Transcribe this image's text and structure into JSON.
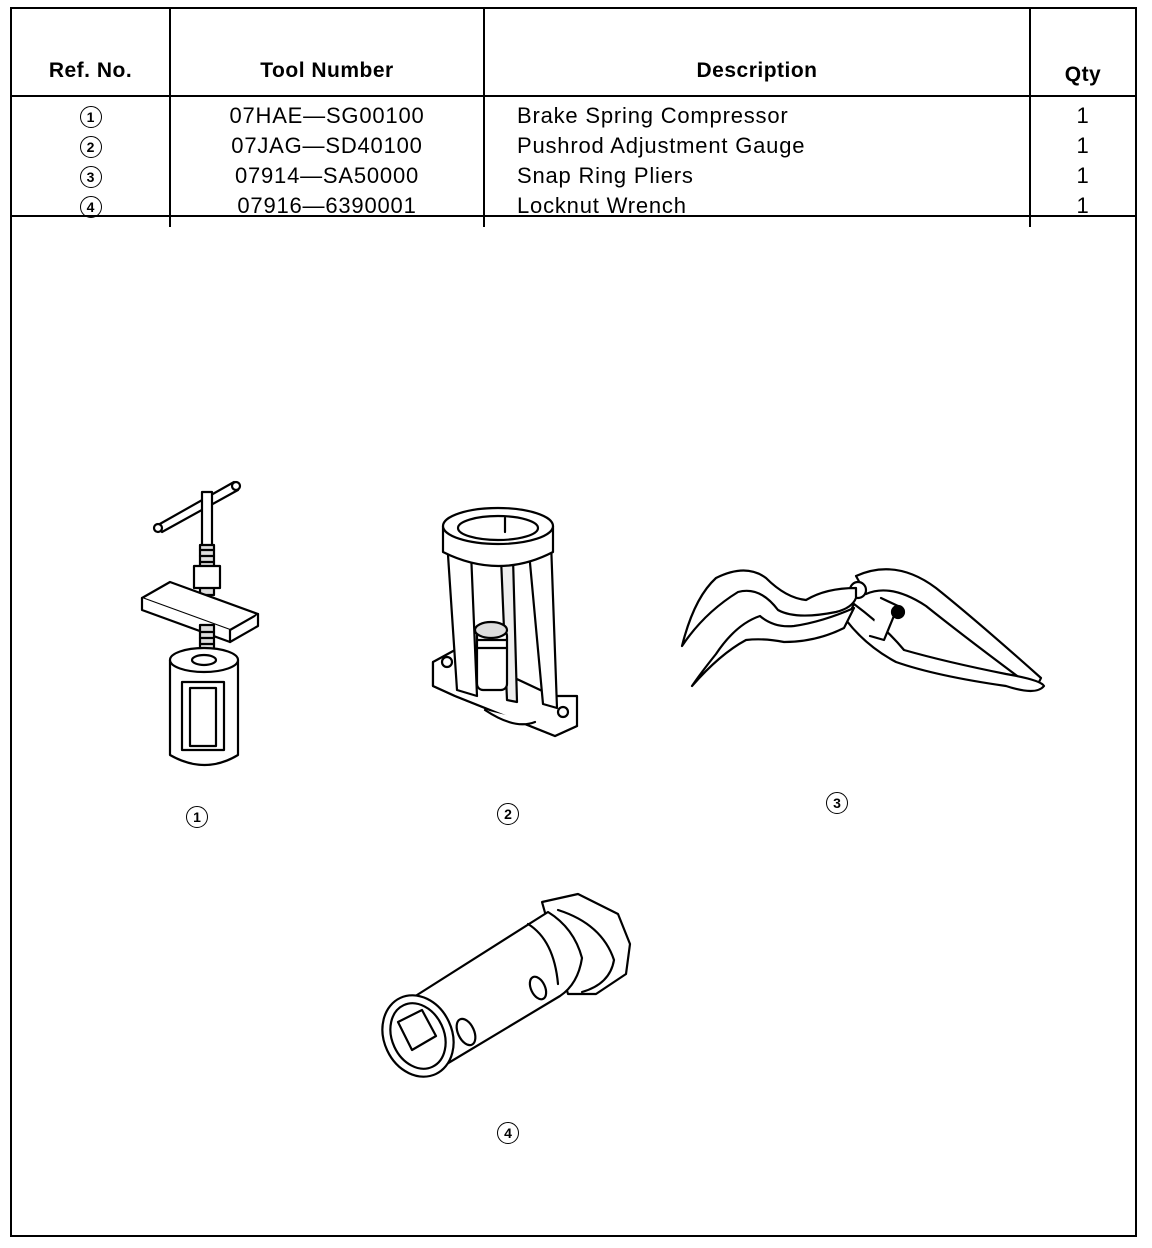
{
  "table": {
    "headers": {
      "ref": "Ref. No.",
      "tool": "Tool Number",
      "description": "Description",
      "qty": "Qty"
    },
    "rows": [
      {
        "ref": "1",
        "tool": "07HAE—SG00100",
        "description": "Brake Spring Compressor",
        "qty": "1"
      },
      {
        "ref": "2",
        "tool": "07JAG—SD40100",
        "description": "Pushrod Adjustment Gauge",
        "qty": "1"
      },
      {
        "ref": "3",
        "tool": "07914—SA50000",
        "description": "Snap Ring Pliers",
        "qty": "1"
      },
      {
        "ref": "4",
        "tool": "07916—6390001",
        "description": "Locknut Wrench",
        "qty": "1"
      }
    ]
  },
  "illustrations": [
    {
      "ref": "1",
      "icon": "brake-spring-compressor-icon"
    },
    {
      "ref": "2",
      "icon": "pushrod-adjustment-gauge-icon"
    },
    {
      "ref": "3",
      "icon": "snap-ring-pliers-icon"
    },
    {
      "ref": "4",
      "icon": "locknut-wrench-icon"
    }
  ]
}
